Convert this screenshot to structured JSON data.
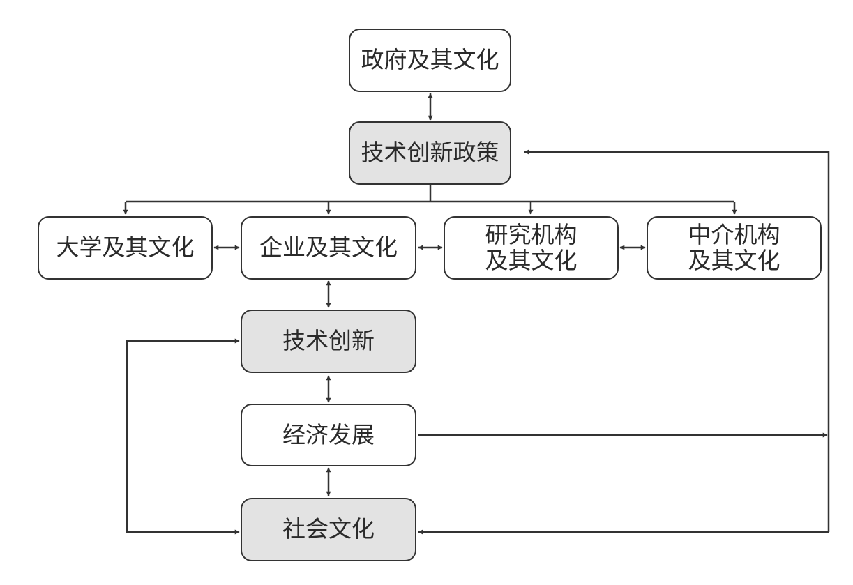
{
  "colors": {
    "stroke": "#333333",
    "box_fill": "#ffffff",
    "highlight_fill": "#e3e3e3",
    "text": "#2a2a2a"
  },
  "nodes": {
    "government": "政府及其文化",
    "policy": "技术创新政策",
    "university": "大学及其文化",
    "enterprise": "企业及其文化",
    "research": "研究机构\n及其文化",
    "intermediary": "中介机构\n及其文化",
    "innovation": "技术创新",
    "economy": "经济发展",
    "society": "社会文化"
  }
}
